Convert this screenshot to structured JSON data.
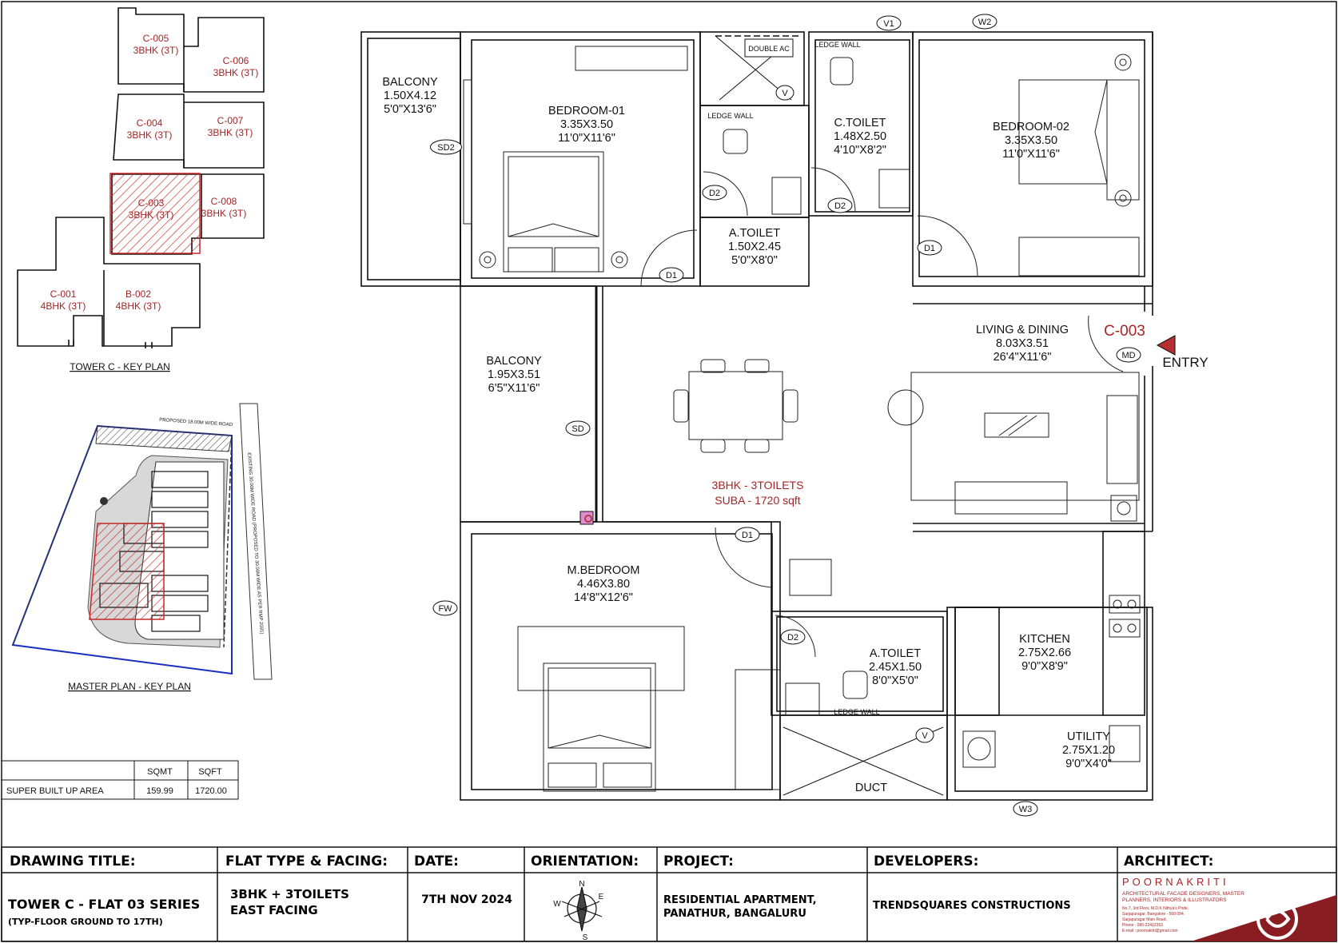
{
  "key_plan": {
    "title": "TOWER C - KEY PLAN",
    "units": [
      {
        "code": "C-005",
        "type": "3BHK (3T)"
      },
      {
        "code": "C-006",
        "type": "3BHK (3T)"
      },
      {
        "code": "C-004",
        "type": "3BHK (3T)"
      },
      {
        "code": "C-007",
        "type": "3BHK (3T)"
      },
      {
        "code": "C-003",
        "type": "3BHK (3T)",
        "highlighted": true
      },
      {
        "code": "C-008",
        "type": "3BHK (3T)"
      },
      {
        "code": "C-001",
        "type": "4BHK (3T)"
      },
      {
        "code": "B-002",
        "type": "4BHK (3T)"
      }
    ]
  },
  "master_plan": {
    "title": "MASTER PLAN - KEY PLAN",
    "top_road": "PROPOSED 18.00M WIDE ROAD",
    "side_road": "EXISTING 30.00M WIDE ROAD (PROPOSED TO 30.00M WIDE AS PER RMP 2031)"
  },
  "area_table": {
    "headers": [
      "",
      "SQMT",
      "SQFT"
    ],
    "rows": [
      [
        "SUPER BUILT UP AREA",
        "159.99",
        "1720.00"
      ]
    ]
  },
  "rooms": {
    "balcony1": {
      "name": "BALCONY",
      "m": "1.50X4.12",
      "ft": "5'0\"X13'6\""
    },
    "bedroom1": {
      "name": "BEDROOM-01",
      "m": "3.35X3.50",
      "ft": "11'0\"X11'6\""
    },
    "atoilet1": {
      "name": "A.TOILET",
      "m": "1.50X2.45",
      "ft": "5'0\"X8'0\""
    },
    "ctoilet": {
      "name": "C.TOILET",
      "m": "1.48X2.50",
      "ft": "4'10\"X8'2\""
    },
    "bedroom2": {
      "name": "BEDROOM-02",
      "m": "3.35X3.50",
      "ft": "11'0\"X11'6\""
    },
    "balcony2": {
      "name": "BALCONY",
      "m": "1.95X3.51",
      "ft": "6'5\"X11'6\""
    },
    "living": {
      "name": "LIVING & DINING",
      "m": "8.03X3.51",
      "ft": "26'4\"X11'6\""
    },
    "mbedroom": {
      "name": "M.BEDROOM",
      "m": "4.46X3.80",
      "ft": "14'8\"X12'6\""
    },
    "atoilet2": {
      "name": "A.TOILET",
      "m": "2.45X1.50",
      "ft": "8'0\"X5'0\""
    },
    "kitchen": {
      "name": "KITCHEN",
      "m": "2.75X2.66",
      "ft": "9'0\"X8'9\""
    },
    "utility": {
      "name": "UTILITY",
      "m": "2.75X1.20",
      "ft": "9'0\"X4'0\""
    },
    "duct": {
      "name": "DUCT"
    }
  },
  "plan_labels": {
    "unit_code": "C-003",
    "entry": "ENTRY",
    "flat_type": "3BHK - 3TOILETS",
    "flat_area": "SUBA - 1720 sqft",
    "double_ac": "DOUBLE AC",
    "ledge_wall": "LEDGE WALL",
    "tags": {
      "v": "V",
      "v1": "V1",
      "w2": "W2",
      "w3": "W3",
      "sd2": "SD2",
      "sd": "SD",
      "fw": "FW",
      "d1": "D1",
      "d2": "D2",
      "md": "MD"
    }
  },
  "title_block": {
    "drawing_title_label": "DRAWING TITLE:",
    "drawing_title": "TOWER C - FLAT 03 SERIES",
    "drawing_subtitle": "(TYP-FLOOR GROUND TO 17TH)",
    "flat_type_label": "FLAT TYPE & FACING:",
    "flat_type_line1": "3BHK + 3TOILETS",
    "flat_type_line2": "EAST FACING",
    "date_label": "DATE:",
    "date": "7TH NOV 2024",
    "orientation_label": "ORIENTATION:",
    "compass": {
      "n": "N",
      "e": "E",
      "s": "S",
      "w": "W"
    },
    "project_label": "PROJECT:",
    "project_line1": "RESIDENTIAL APARTMENT,",
    "project_line2": "PANATHUR, BANGALURU",
    "developers_label": "DEVELOPERS:",
    "developers": "TRENDSQUARES CONSTRUCTIONS",
    "architect_label": "ARCHITECT:",
    "architect_name": "POORNAKRITI",
    "architect_tagline1": "ARCHITECTURAL FACADE DESIGNERS, MASTER",
    "architect_tagline2": "PLANNERS, INTERIORS & ILLUSTRATORS",
    "architect_address1": "No.7, 3rd Floor, M.D.K Nithya's Pride,",
    "architect_address2": "Sarjapuragar, Bangalore - 560 094.",
    "architect_address3": "Sarjapuragar Main Road,",
    "architect_phone": "Phone : 080-23412353",
    "architect_email": "E-mail : poornakriti@gmail.com"
  },
  "colors": {
    "accent": "#a52525",
    "line": "#111111",
    "hatch": "#c62828",
    "pink": "#e08ad0"
  }
}
